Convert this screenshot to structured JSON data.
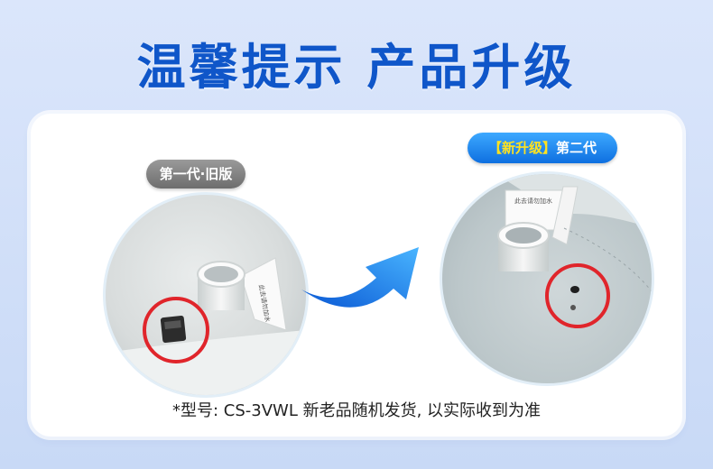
{
  "header": {
    "title": "温馨提示  产品升级"
  },
  "old_version": {
    "badge": "第一代·旧版",
    "label_text": "此去请勿加水"
  },
  "new_version": {
    "badge_tag": "【新升级】",
    "badge_text": "第二代",
    "label_text": "此去请勿加水"
  },
  "footnote": "*型号: CS-3VWL  新老品随机发货, 以实际收到为准",
  "colors": {
    "title": "#0f56c9",
    "accent_blue": "#1e8ff0",
    "highlight_red": "#e0252b",
    "tag_yellow": "#ffe21f"
  }
}
